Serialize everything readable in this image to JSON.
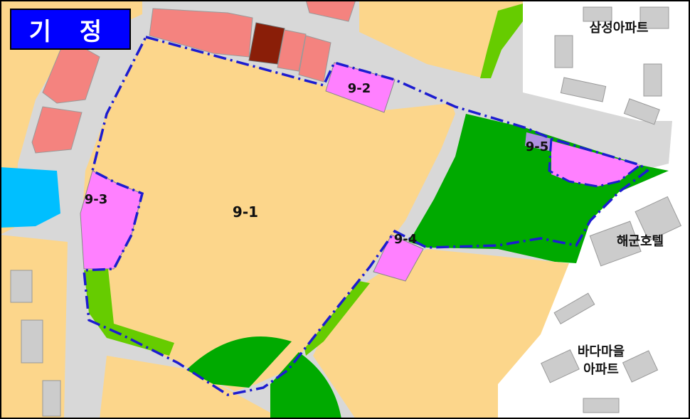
{
  "title": "기 정",
  "colors": {
    "residential": "#fcd68b",
    "commercial": "#f4837f",
    "commercial_dark": "#8a1e08",
    "public": "#ff80ff",
    "park": "#00aa00",
    "green_buffer": "#66cc00",
    "water": "#00bfff",
    "road": "#d8d8d8",
    "building": "#cccccc",
    "boundary": "#1c1cd0"
  },
  "parcels": {
    "p91": "9-1",
    "p92": "9-2",
    "p93": "9-3",
    "p94": "9-4",
    "p95": "9-5"
  },
  "places": {
    "samsung_apt": "삼성아파트",
    "haegun_hotel": "해군호텔",
    "badamaeul_line1": "바다마을",
    "badamaeul_line2": "아파트"
  }
}
